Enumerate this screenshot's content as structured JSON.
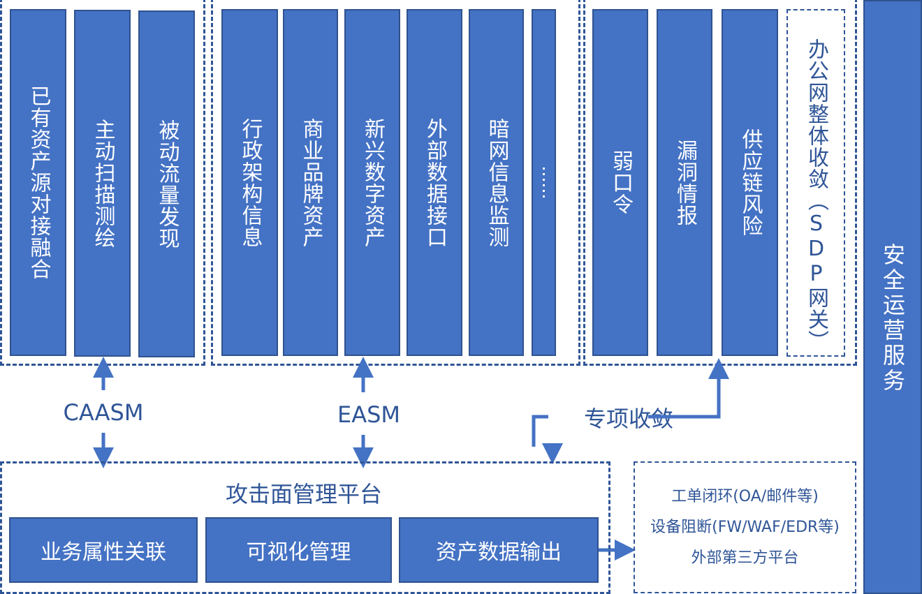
{
  "caasm_group": {
    "items": [
      {
        "label": "已有资产源对接融合"
      },
      {
        "label": "主动扫描测绘"
      },
      {
        "label": "被动流量发现"
      }
    ],
    "connector_label": "CAASM"
  },
  "easm_group": {
    "items": [
      {
        "label": "行政架构信息"
      },
      {
        "label": "商业品牌资产"
      },
      {
        "label": "新兴数字资产"
      },
      {
        "label": "外部数据接口"
      },
      {
        "label": "暗网信息监测"
      },
      {
        "label": "……"
      }
    ],
    "connector_label": "EASM"
  },
  "special_group": {
    "items": [
      {
        "label": "弱口令"
      },
      {
        "label": "漏洞情报"
      },
      {
        "label": "供应链风险"
      }
    ],
    "dashed_item": {
      "label": "办公网整体收敛（SDP网关）"
    },
    "connector_label": "专项收敛"
  },
  "platform": {
    "title": "攻击面管理平台",
    "modules": [
      {
        "label": "业务属性关联"
      },
      {
        "label": "可视化管理"
      },
      {
        "label": "资产数据输出"
      }
    ]
  },
  "outputs": {
    "lines": [
      "工单闭环(OA/邮件等)",
      "设备阻断(FW/WAF/EDR等)",
      "外部第三方平台"
    ]
  },
  "side_bar": {
    "label": "安全运营服务"
  },
  "colors": {
    "bar_fill": "#4472c4",
    "bar_border": "#2f528f",
    "dash_border": "#2f5597",
    "text_dark": "#2f5597"
  }
}
